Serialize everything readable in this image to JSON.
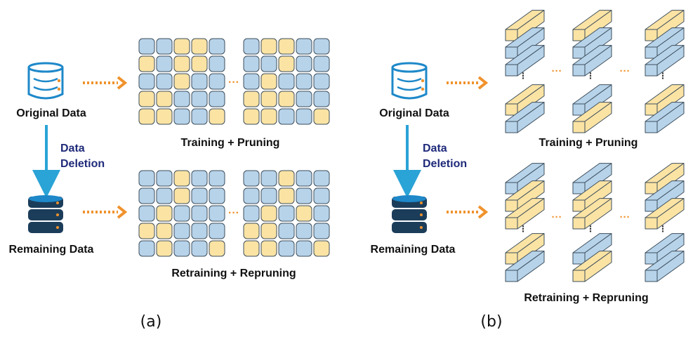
{
  "colors": {
    "blue_fill": "#b7d3ea",
    "yellow_fill": "#fbe3a4",
    "cell_stroke": "#3e4f5c",
    "arrow_orange": "#f0922c",
    "arrow_blue": "#2aa3d6",
    "db_dark": "#1c3d5a",
    "db_blue": "#1e88c9",
    "deletion_text": "#1f2a7a"
  },
  "icons": {
    "original_db": "database-outline-icon",
    "remaining_db": "server-stack-icon"
  },
  "panel_a": {
    "original_label": "Original Data",
    "remaining_label": "Remaining Data",
    "deletion_line1": "Data",
    "deletion_line2": "Deletion",
    "top_title": "Training + Pruning",
    "bottom_title": "Retraining + Repruning",
    "ellipsis": "···",
    "caption": "(a)",
    "grids": {
      "top_left": [
        "bbyyb",
        "ybyyb",
        "bbybb",
        "yybbb",
        "yybby"
      ],
      "top_right": [
        "byybb",
        "bbybb",
        "bybbb",
        "yyybb",
        "yybby"
      ],
      "bottom_left": [
        "bbybb",
        "bbybb",
        "bybbb",
        "yybbb",
        "bybby"
      ],
      "bottom_right": [
        "bbybb",
        "bbybb",
        "bybyb",
        "yybbb",
        "yybby"
      ]
    }
  },
  "panel_b": {
    "original_label": "Original Data",
    "remaining_label": "Remaining Data",
    "deletion_line1": "Data",
    "deletion_line2": "Deletion",
    "top_title": "Training + Pruning",
    "bottom_title": "Retraining + Repruning",
    "ellipsis": "···",
    "vellipsis": "⋮",
    "caption": "(b)",
    "stacks_top_upper": [
      "ybb",
      "ybb",
      "ybb"
    ],
    "stacks_top_lower": [
      "yb",
      "by",
      "yb"
    ],
    "stacks_bottom_upper": [
      "byy",
      "byy",
      "yby"
    ],
    "stacks_bottom_lower": [
      "yb",
      "by",
      "bb"
    ]
  }
}
